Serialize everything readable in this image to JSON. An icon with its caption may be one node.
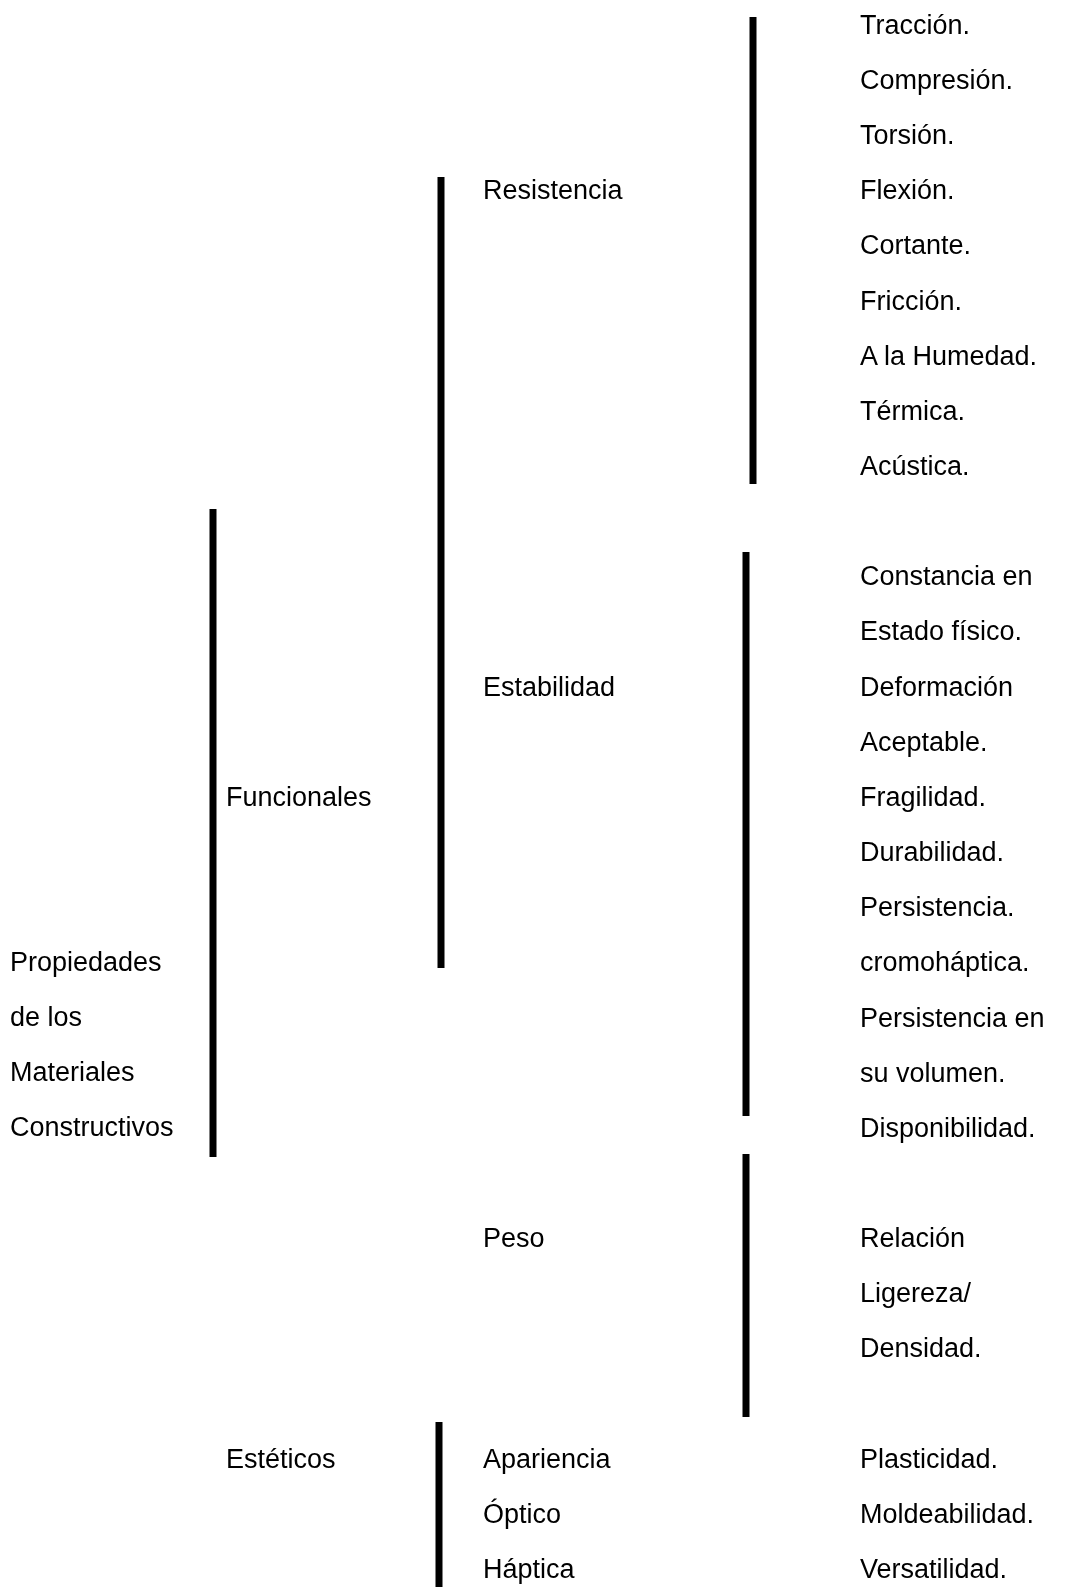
{
  "diagram": {
    "labels": [
      "Tracción.",
      "Compresión.",
      "Torsión.",
      "Resistencia",
      "Flexión.",
      "Cortante.",
      "Fricción.",
      "A la Humedad.",
      "Térmica.",
      "Acústica.",
      "Constancia en Estado físico.",
      "Estabilidad",
      "Deformación Aceptable.",
      "Funcionales",
      "Fragilidad.",
      "Durabilidad.",
      "Persistencia.",
      "Propiedades de los Materiales Constructivos",
      "cromoháptica.",
      "Persistencia en su volumen.",
      "Disponibilidad.",
      "Peso",
      "Relación Ligereza/ Densidad.",
      "Estéticos",
      "Apariencia",
      "Plasticidad.",
      "Óptico",
      "Moldeabilidad.",
      "Háptica",
      "Versatilidad."
    ]
  }
}
